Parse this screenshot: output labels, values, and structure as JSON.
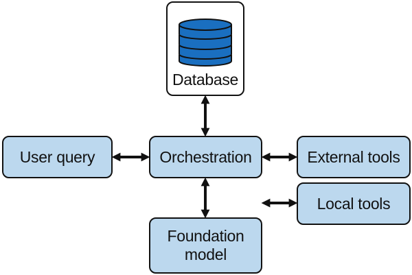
{
  "diagram": {
    "nodes": {
      "database": "Database",
      "user_query": "User query",
      "orchestration": "Orchestration",
      "external_tools": "External tools",
      "local_tools": "Local tools",
      "foundation_model": {
        "line1": "Foundation",
        "line2": "model"
      }
    },
    "icons": {
      "database": "database-icon",
      "arrow": "double-headed-arrow-icon"
    },
    "colors": {
      "node_fill": "#bcd8ee",
      "border": "#111111",
      "db_icon": "#1a6fc0",
      "db_icon_stripe": "#ffffff"
    }
  }
}
